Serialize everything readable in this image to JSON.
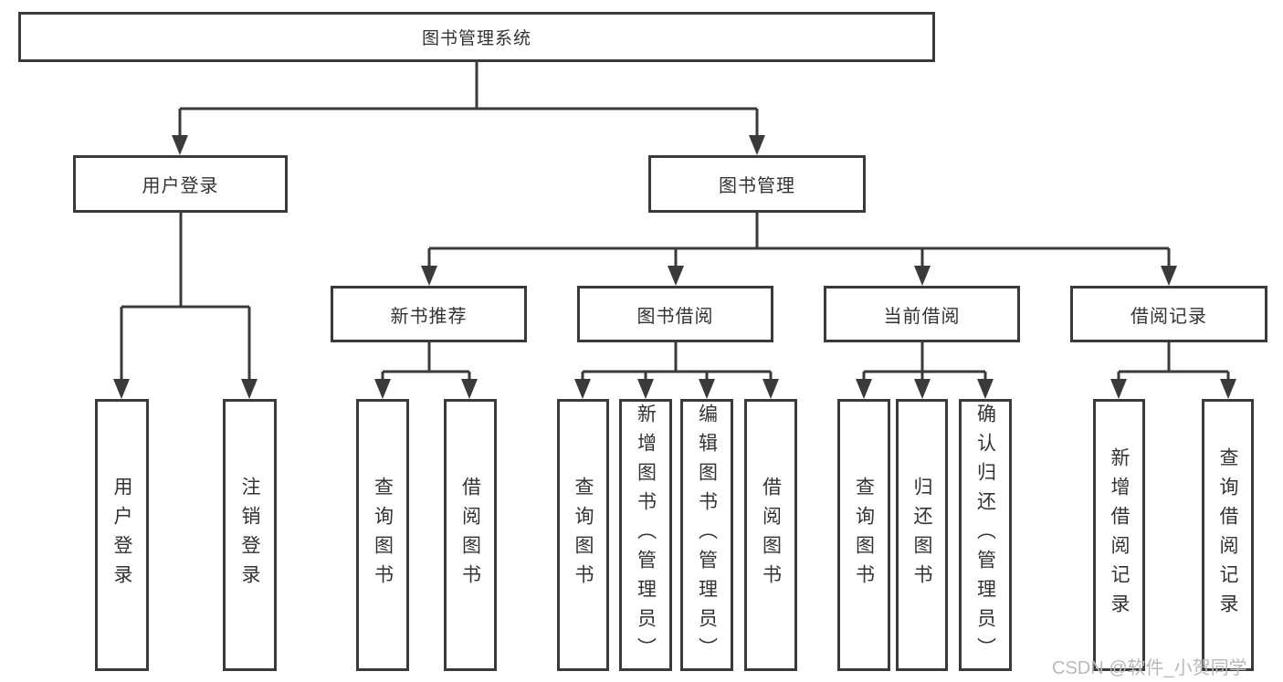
{
  "diagram": {
    "root": {
      "label": "图书管理系统"
    },
    "level2": {
      "user_login": {
        "label": "用户登录"
      },
      "book_management": {
        "label": "图书管理"
      }
    },
    "level3": {
      "new_book_recommend": {
        "label": "新书推荐"
      },
      "book_borrow": {
        "label": "图书借阅"
      },
      "current_borrow": {
        "label": "当前借阅"
      },
      "borrow_records": {
        "label": "借阅记录"
      }
    },
    "leaves": {
      "user_login": {
        "label": "用户登录"
      },
      "logout": {
        "label": "注销登录"
      },
      "recommend_query_books": {
        "label": "查询图书"
      },
      "recommend_borrow_books": {
        "label": "借阅图书"
      },
      "borrow_query_books": {
        "label": "查询图书"
      },
      "add_books_admin": {
        "label": "新增图书（管理员）"
      },
      "edit_books_admin": {
        "label": "编辑图书（管理员）"
      },
      "borrow_borrow_books": {
        "label": "借阅图书"
      },
      "current_query_books": {
        "label": "查询图书"
      },
      "return_books": {
        "label": "归还图书"
      },
      "confirm_return_admin": {
        "label": "确认归还（管理员）"
      },
      "add_borrow_record": {
        "label": "新增借阅记录"
      },
      "query_borrow_record": {
        "label": "查询借阅记录"
      }
    }
  },
  "watermark": {
    "text": "CSDN @软件_小贺同学"
  },
  "colors": {
    "line": "#3a3a3a",
    "box_border": "#3a3a3a",
    "text": "#333333",
    "background": "#ffffff",
    "watermark": "#b9b9b9"
  }
}
